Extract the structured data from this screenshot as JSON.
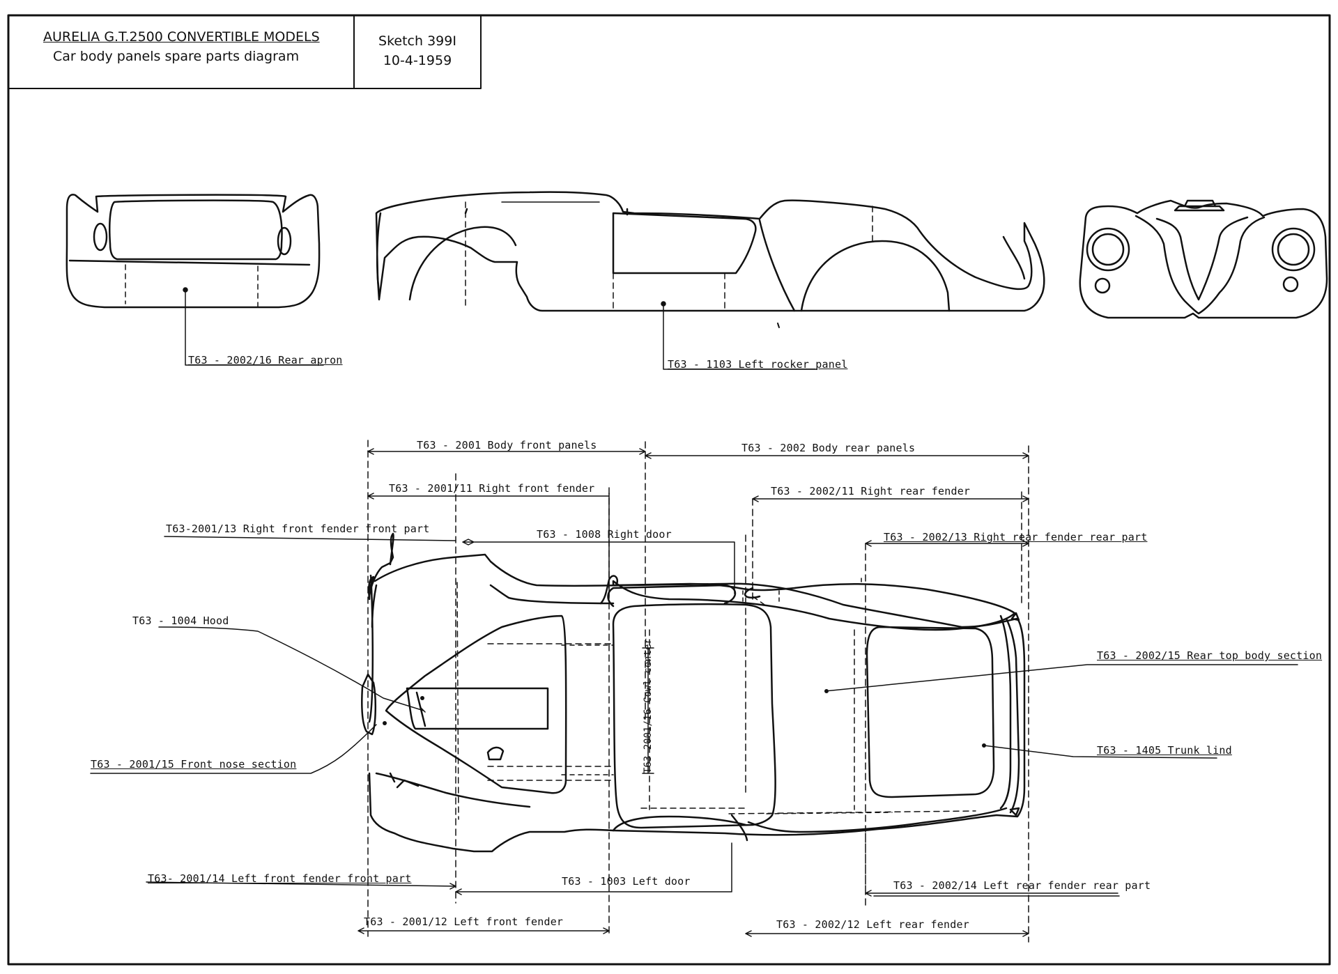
{
  "header": {
    "title": "AURELIA G.T.2500 CONVERTIBLE MODELS",
    "subtitle": "Car body panels spare parts diagram",
    "sketch": "Sketch 399I",
    "date": "10-4-1959"
  },
  "labels": {
    "rear_apron": "T63 - 2002/16 Rear apron",
    "left_rocker": "T63 - 1103 Left rocker panel",
    "body_front": "T63 - 2001 Body front panels",
    "body_rear": "T63 - 2002 Body rear panels",
    "right_front_fender": "T63 - 2001/11 Right front fender",
    "right_rear_fender": "T63 - 2002/11 Right rear fender",
    "right_front_fender_front": "T63-2001/13 Right front fender front part",
    "right_door": "T63 - 1008 Right door",
    "right_rear_fender_rear": "T63 - 2002/13 Right rear fender rear part",
    "hood": "T63 - 1004 Hood",
    "rear_top": "T63 - 2002/15 Rear top body section",
    "cowl": "T63-2001/16 Cowl center",
    "front_nose": "T63 - 2001/15 Front nose section",
    "trunk": "T63 - 1405 Trunk lind",
    "left_front_fender_front": "T63- 2001/14 Left front fender front part",
    "left_door": "T63 - 1003 Left door",
    "left_rear_fender_rear": "T63 - 2002/14 Left rear fender rear part",
    "left_front_fender": "T63 - 2001/12 Left front fender",
    "left_rear_fender": "T63 - 2002/12 Left rear fender"
  }
}
